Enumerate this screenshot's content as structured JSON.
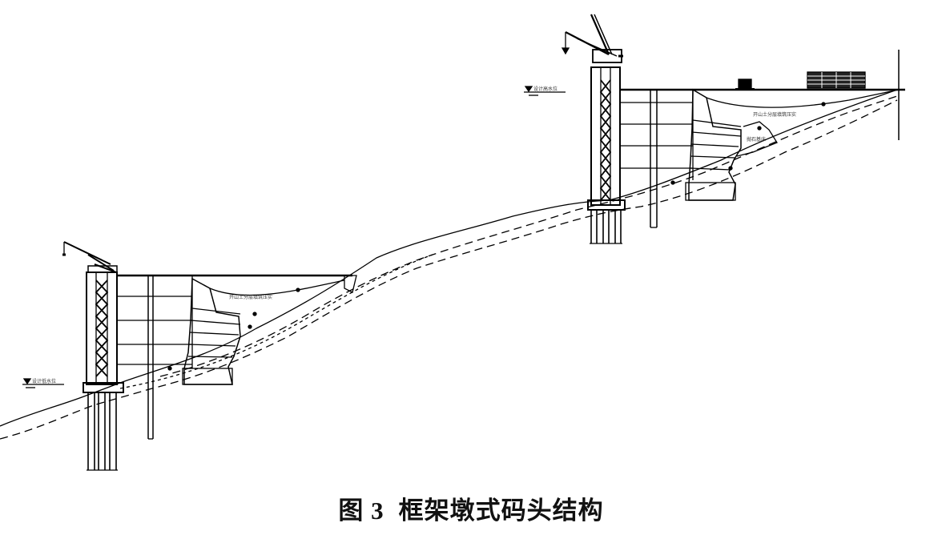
{
  "figure": {
    "number": "图 3",
    "title": "框架墩式码头结构"
  },
  "labels": {
    "water_level_low": "设计低水位",
    "water_level_high": "设计高水位",
    "fill_left": "开山土分层填筑压实",
    "fill_right": "开山土分层填筑压实",
    "riprap_right": "抛石基床"
  }
}
